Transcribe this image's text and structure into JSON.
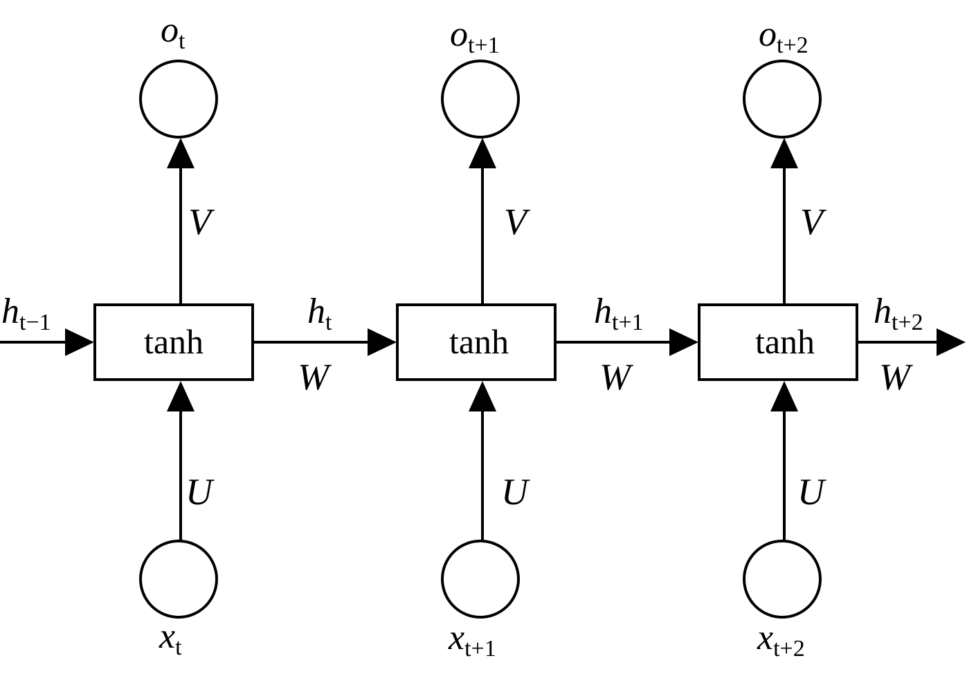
{
  "cells": [
    {
      "activation": "tanh",
      "output": {
        "var": "o",
        "sub": "t"
      },
      "input": {
        "var": "x",
        "sub": "t"
      },
      "hidden_out": {
        "var": "h",
        "sub": "t"
      },
      "weight_out": "V",
      "weight_in": "U",
      "weight_rec": "W"
    },
    {
      "activation": "tanh",
      "output": {
        "var": "o",
        "sub": "t+1"
      },
      "input": {
        "var": "x",
        "sub": "t+1"
      },
      "hidden_out": {
        "var": "h",
        "sub": "t+1"
      },
      "weight_out": "V",
      "weight_in": "U",
      "weight_rec": "W"
    },
    {
      "activation": "tanh",
      "output": {
        "var": "o",
        "sub": "t+2"
      },
      "input": {
        "var": "x",
        "sub": "t+2"
      },
      "hidden_out": {
        "var": "h",
        "sub": "t+2"
      },
      "weight_out": "V",
      "weight_in": "U",
      "weight_rec": "W"
    }
  ],
  "initial_hidden": {
    "var": "h",
    "sub": "t−1"
  }
}
